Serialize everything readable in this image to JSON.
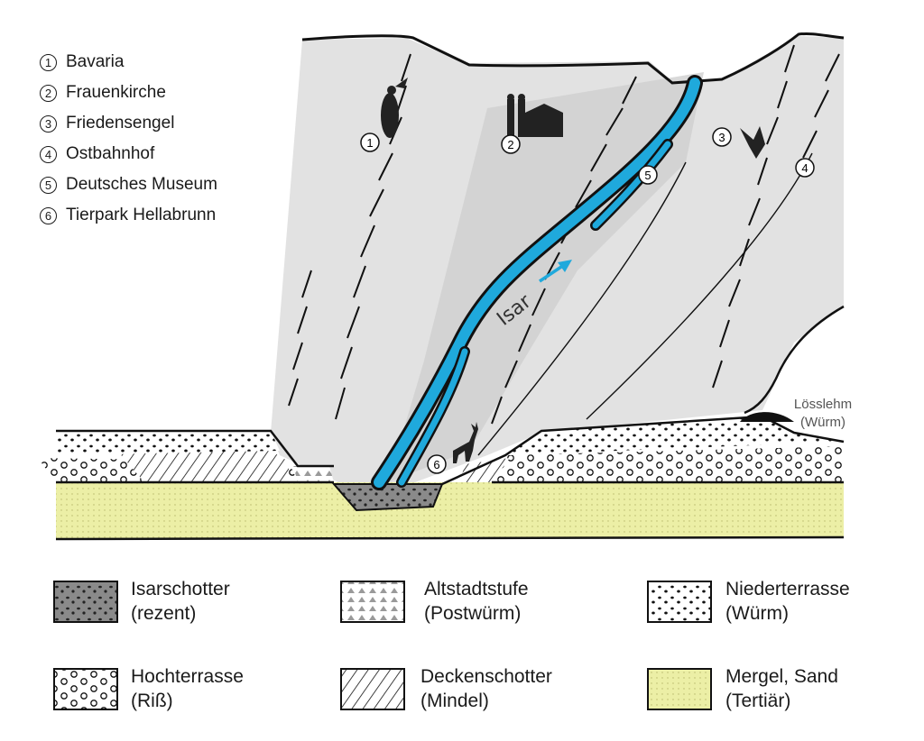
{
  "landmarks": [
    {
      "num": "1",
      "name": "Bavaria"
    },
    {
      "num": "2",
      "name": "Frauenkirche"
    },
    {
      "num": "3",
      "name": "Friedensengel"
    },
    {
      "num": "4",
      "name": "Ostbahnhof"
    },
    {
      "num": "5",
      "name": "Deutsches Museum"
    },
    {
      "num": "6",
      "name": "Tierpark Hellabrunn"
    }
  ],
  "river": {
    "label": "Isar",
    "color": "#1fa9dc"
  },
  "annotation": {
    "line1": "Lösslehm",
    "line2": "(Würm)"
  },
  "legend": [
    {
      "key": "isarschotter",
      "line1": "Isarschotter",
      "line2": "(rezent)"
    },
    {
      "key": "altstadtstufe",
      "line1": "Altstadtstufe",
      "line2": "(Postwürm)"
    },
    {
      "key": "niederterrasse",
      "line1": "Niederterrasse",
      "line2": "(Würm)"
    },
    {
      "key": "hochterrasse",
      "line1": "Hochterrasse",
      "line2": "(Riß)"
    },
    {
      "key": "deckenschotter",
      "line1": "Deckenschotter",
      "line2": "(Mindel)"
    },
    {
      "key": "mergel",
      "line1": "Mergel, Sand",
      "line2": "(Tertiär)"
    }
  ],
  "colors": {
    "tertiary_fill": "#ecefa6",
    "isarschotter_fill": "#8a8a8a",
    "surface_fill": "#e2e2e2",
    "river_fill": "#1fa9dc"
  }
}
